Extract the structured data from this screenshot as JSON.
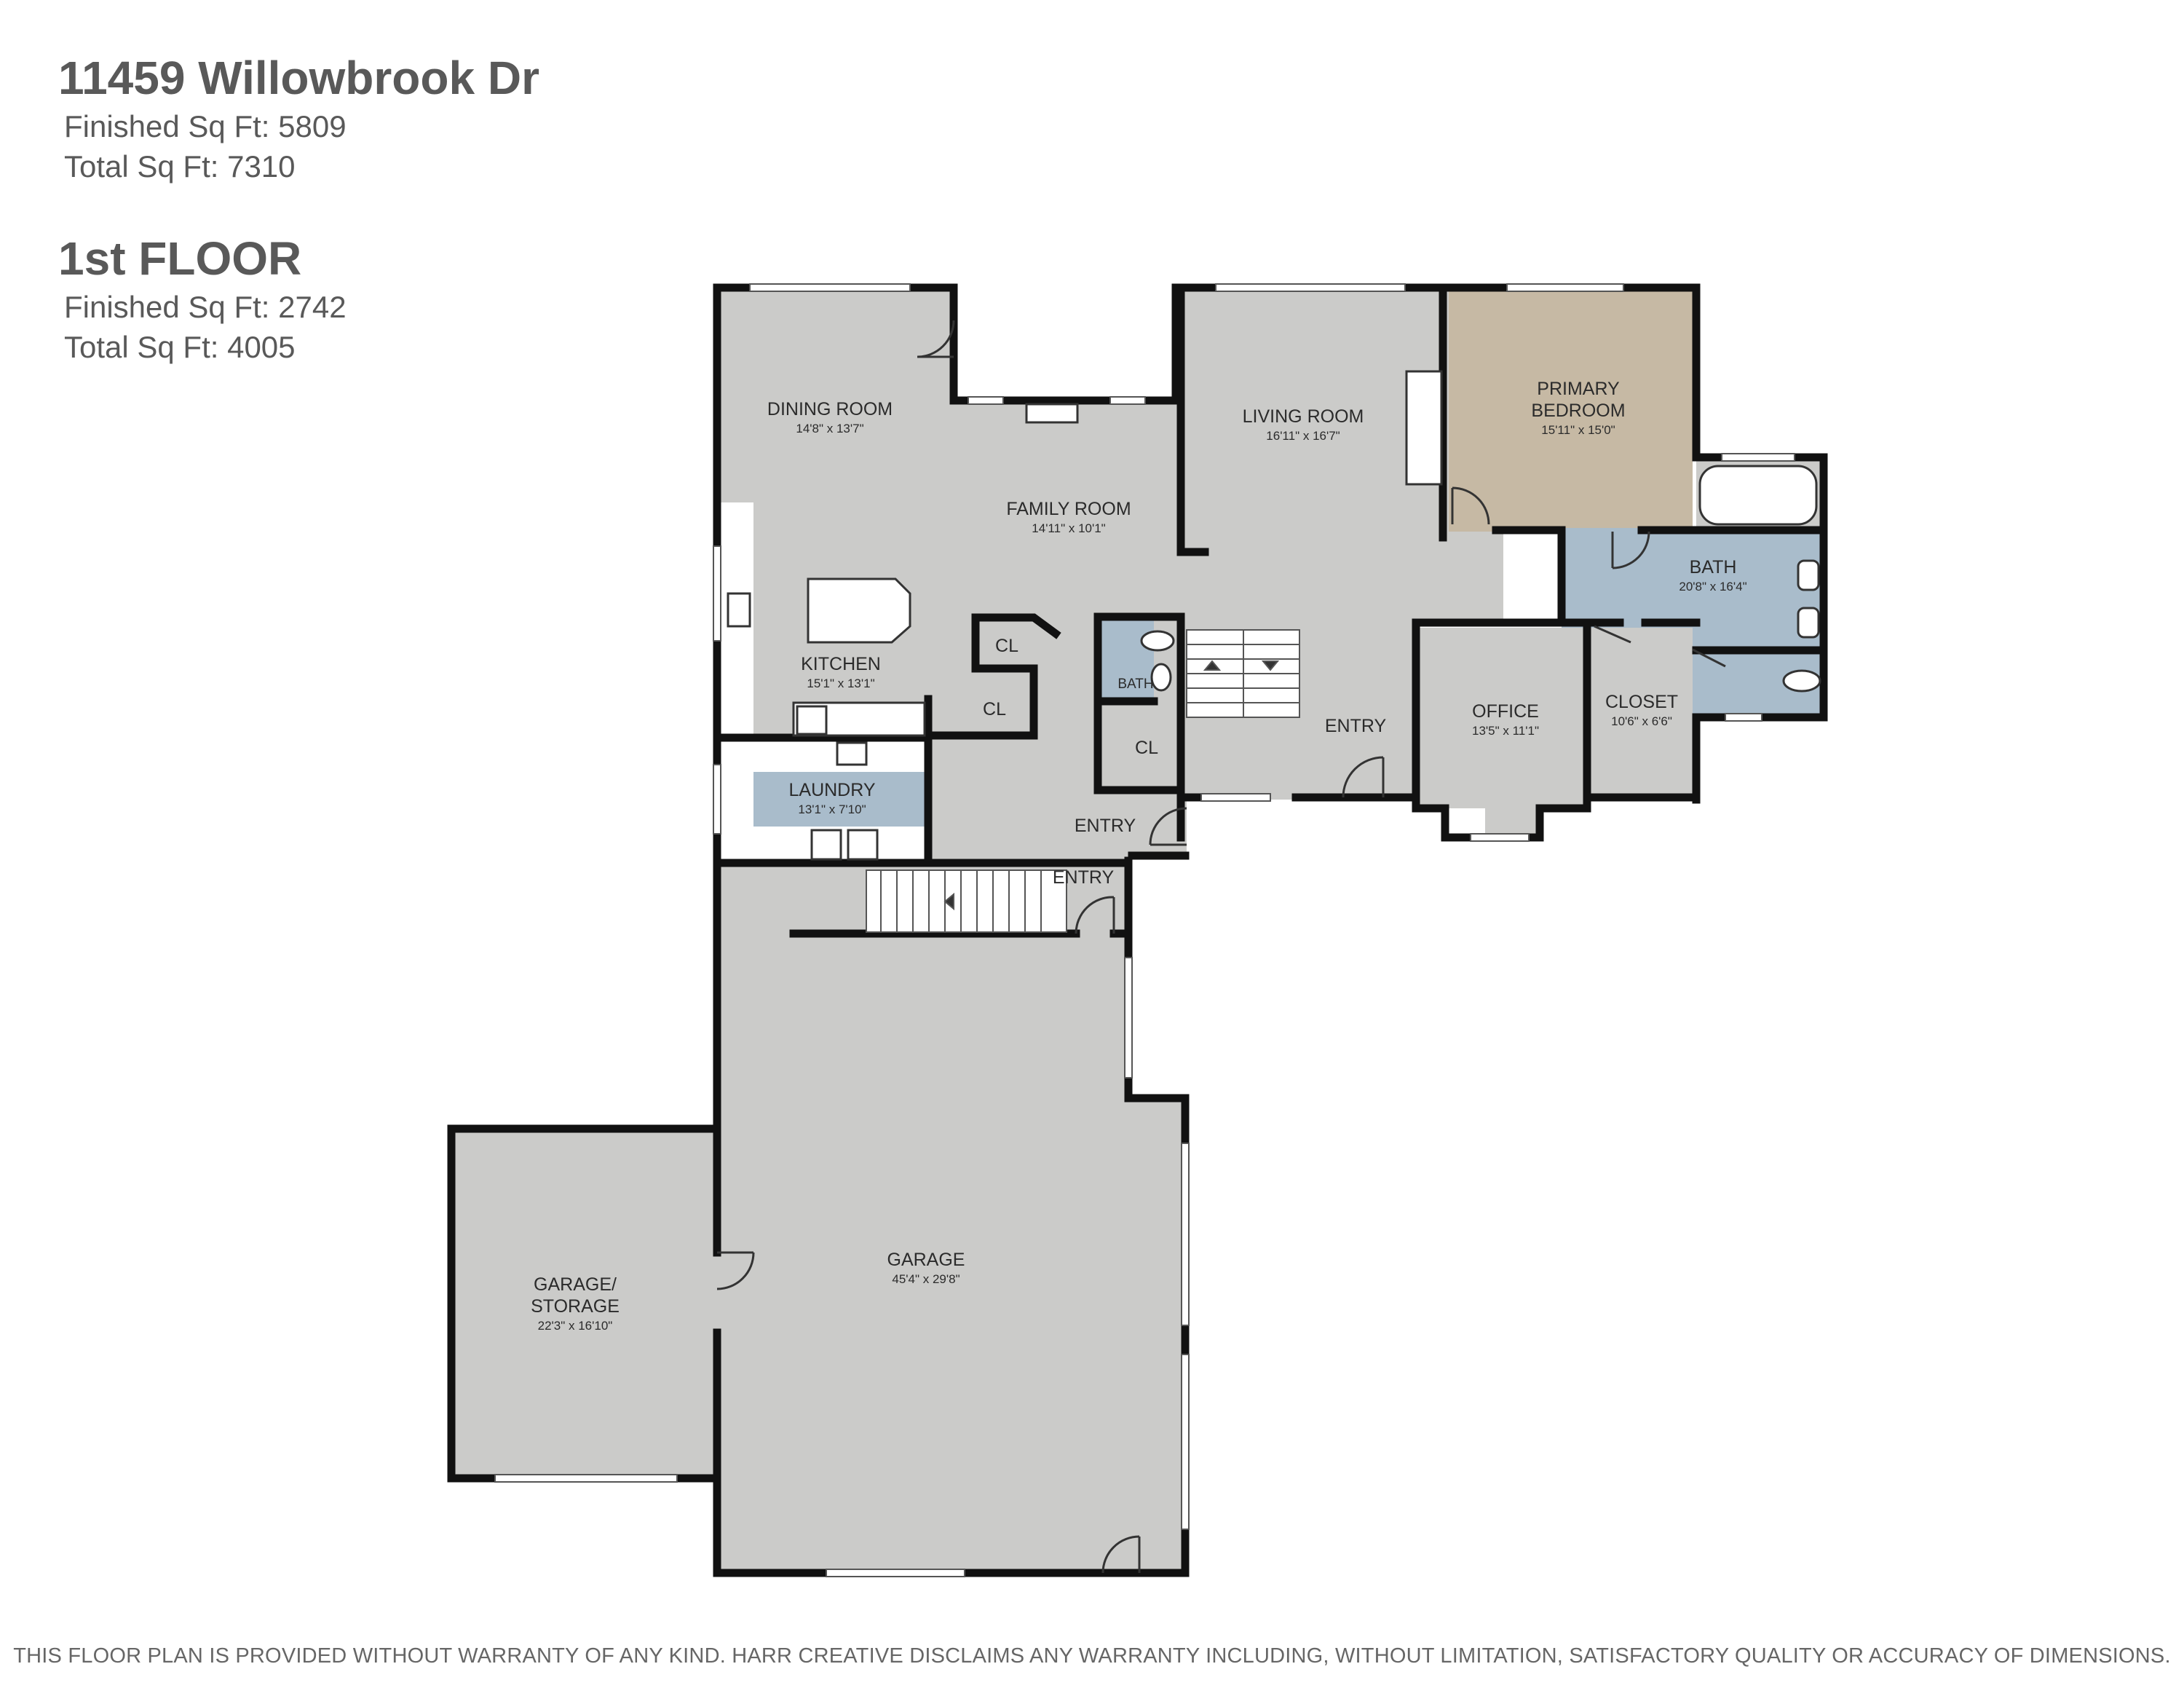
{
  "header": {
    "address": "11459 Willowbrook Dr",
    "finished_total": "Finished Sq Ft: 5809",
    "total_total": "Total Sq Ft: 7310",
    "floor_title": "1st FLOOR",
    "floor_finished": "Finished Sq Ft: 2742",
    "floor_total": "Total Sq Ft: 4005"
  },
  "rooms": {
    "dining": {
      "name": "DINING ROOM",
      "dim": "14'8\" x 13'7\""
    },
    "family": {
      "name": "FAMILY ROOM",
      "dim": "14'11\" x 10'1\""
    },
    "living": {
      "name": "LIVING ROOM",
      "dim": "16'11\" x 16'7\""
    },
    "primary": {
      "name1": "PRIMARY",
      "name2": "BEDROOM",
      "dim": "15'11\" x 15'0\""
    },
    "bath_primary": {
      "name": "BATH",
      "dim": "20'8\" x 16'4\""
    },
    "kitchen": {
      "name": "KITCHEN",
      "dim": "15'1\" x 13'1\""
    },
    "cl1": {
      "name": "CL"
    },
    "cl2": {
      "name": "CL"
    },
    "cl3": {
      "name": "CL"
    },
    "bath_half": {
      "name": "BATH"
    },
    "entry_main": {
      "name": "ENTRY"
    },
    "office": {
      "name": "OFFICE",
      "dim": "13'5\" x 11'1\""
    },
    "closet": {
      "name": "CLOSET",
      "dim": "10'6\" x 6'6\""
    },
    "laundry": {
      "name": "LAUNDRY",
      "dim": "13'1\" x 7'10\""
    },
    "entry_mid": {
      "name": "ENTRY"
    },
    "entry_garage": {
      "name": "ENTRY"
    },
    "garage": {
      "name": "GARAGE",
      "dim": "45'4\" x 29'8\""
    },
    "garage_storage": {
      "name1": "GARAGE/",
      "name2": "STORAGE",
      "dim": "22'3\" x 16'10\""
    }
  },
  "colors": {
    "floor": "#cbcbc9",
    "wall": "#111111",
    "primary_bedroom": "#c6b9a4",
    "bath": "#a9bccb",
    "window": "#ffffff"
  },
  "disclaimer": "THIS FLOOR PLAN IS PROVIDED WITHOUT WARRANTY OF ANY KIND. HARR CREATIVE DISCLAIMS ANY WARRANTY INCLUDING, WITHOUT LIMITATION, SATISFACTORY QUALITY OR ACCURACY OF DIMENSIONS."
}
